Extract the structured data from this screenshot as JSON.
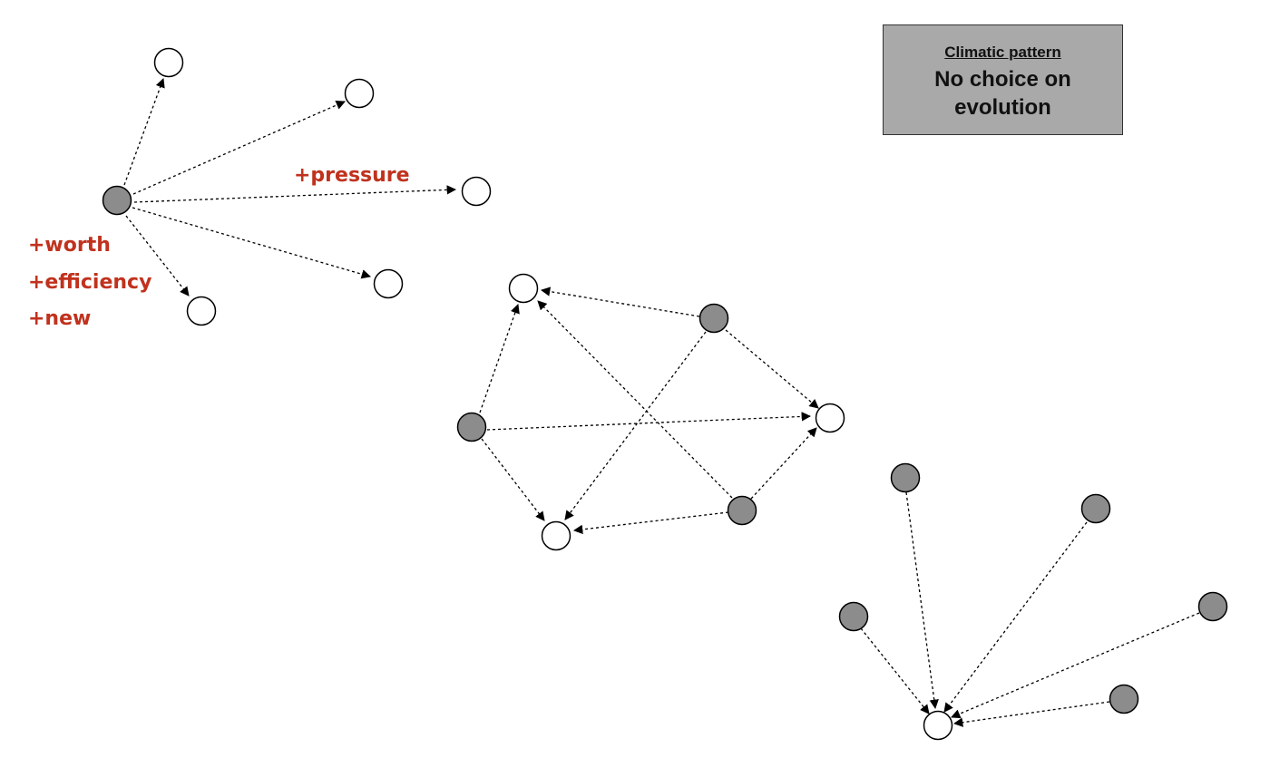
{
  "pattern_box": {
    "label": "Climatic pattern",
    "title": "No choice on evolution"
  },
  "annotations": {
    "pressure": "+pressure",
    "worth": "+worth",
    "efficiency": "+efficiency",
    "new": "+new"
  },
  "colors": {
    "node_filled": "#8c8c8c",
    "node_empty": "#ffffff",
    "annotation": "#c0321e",
    "box_fill": "#a9a9a9"
  }
}
